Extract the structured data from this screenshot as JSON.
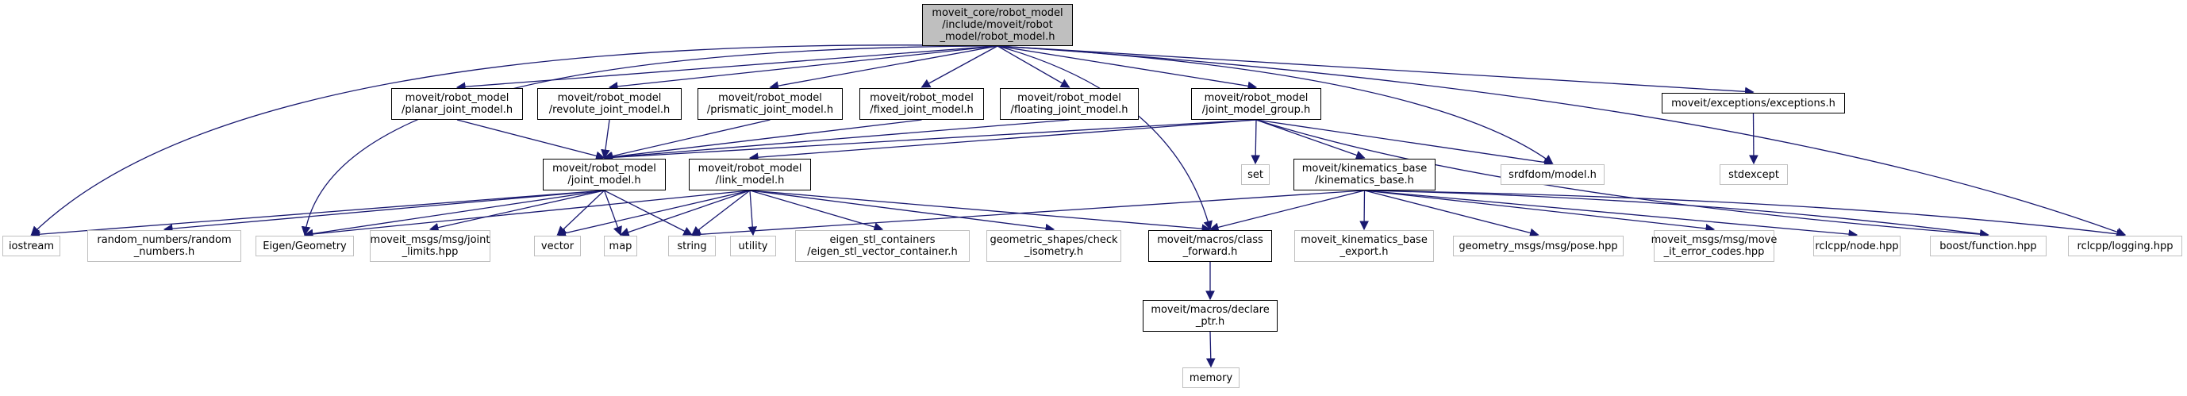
{
  "diagram": {
    "type": "include-dependency-graph",
    "colors": {
      "edge": "#191970",
      "node_border": "#000000",
      "external_border": "#bfbfbf",
      "root_fill": "#bfbfbf",
      "background": "#ffffff"
    },
    "nodes": [
      {
        "id": "robot_model_h",
        "label": "moveit_core/robot_model\n/include/moveit/robot\n_model/robot_model.h",
        "kind": "root"
      },
      {
        "id": "planar_joint_model_h",
        "label": "moveit/robot_model\n/planar_joint_model.h",
        "kind": "local"
      },
      {
        "id": "revolute_joint_model_h",
        "label": "moveit/robot_model\n/revolute_joint_model.h",
        "kind": "local"
      },
      {
        "id": "prismatic_joint_model_h",
        "label": "moveit/robot_model\n/prismatic_joint_model.h",
        "kind": "local"
      },
      {
        "id": "fixed_joint_model_h",
        "label": "moveit/robot_model\n/fixed_joint_model.h",
        "kind": "local"
      },
      {
        "id": "floating_joint_model_h",
        "label": "moveit/robot_model\n/floating_joint_model.h",
        "kind": "local"
      },
      {
        "id": "joint_model_group_h",
        "label": "moveit/robot_model\n/joint_model_group.h",
        "kind": "local"
      },
      {
        "id": "exceptions_h",
        "label": "moveit/exceptions/exceptions.h",
        "kind": "local"
      },
      {
        "id": "joint_model_h",
        "label": "moveit/robot_model\n/joint_model.h",
        "kind": "local"
      },
      {
        "id": "link_model_h",
        "label": "moveit/robot_model\n/link_model.h",
        "kind": "local"
      },
      {
        "id": "set",
        "label": "set",
        "kind": "external"
      },
      {
        "id": "kinematics_base_h",
        "label": "moveit/kinematics_base\n/kinematics_base.h",
        "kind": "local"
      },
      {
        "id": "srdfdom_model_h",
        "label": "srdfdom/model.h",
        "kind": "external"
      },
      {
        "id": "stdexcept",
        "label": "stdexcept",
        "kind": "external"
      },
      {
        "id": "iostream",
        "label": "iostream",
        "kind": "external"
      },
      {
        "id": "random_numbers_h",
        "label": "random_numbers/random\n_numbers.h",
        "kind": "external"
      },
      {
        "id": "eigen_geometry",
        "label": "Eigen/Geometry",
        "kind": "external"
      },
      {
        "id": "joint_limits_hpp",
        "label": "moveit_msgs/msg/joint\n_limits.hpp",
        "kind": "external"
      },
      {
        "id": "vector",
        "label": "vector",
        "kind": "external"
      },
      {
        "id": "map",
        "label": "map",
        "kind": "external"
      },
      {
        "id": "string",
        "label": "string",
        "kind": "external"
      },
      {
        "id": "utility",
        "label": "utility",
        "kind": "external"
      },
      {
        "id": "eigen_stl_h",
        "label": "eigen_stl_containers\n/eigen_stl_vector_container.h",
        "kind": "external"
      },
      {
        "id": "check_isometry_h",
        "label": "geometric_shapes/check\n_isometry.h",
        "kind": "external"
      },
      {
        "id": "class_forward_h",
        "label": "moveit/macros/class\n_forward.h",
        "kind": "local"
      },
      {
        "id": "kinematics_base_export_h",
        "label": "moveit_kinematics_base\n_export.h",
        "kind": "external"
      },
      {
        "id": "pose_hpp",
        "label": "geometry_msgs/msg/pose.hpp",
        "kind": "external"
      },
      {
        "id": "move_it_error_codes_hpp",
        "label": "moveit_msgs/msg/move\n_it_error_codes.hpp",
        "kind": "external"
      },
      {
        "id": "node_hpp",
        "label": "rclcpp/node.hpp",
        "kind": "external"
      },
      {
        "id": "function_hpp",
        "label": "boost/function.hpp",
        "kind": "external"
      },
      {
        "id": "logging_hpp",
        "label": "rclcpp/logging.hpp",
        "kind": "external"
      },
      {
        "id": "declare_ptr_h",
        "label": "moveit/macros/declare\n_ptr.h",
        "kind": "local"
      },
      {
        "id": "memory",
        "label": "memory",
        "kind": "external"
      }
    ],
    "edges": [
      [
        "robot_model_h",
        "planar_joint_model_h"
      ],
      [
        "robot_model_h",
        "revolute_joint_model_h"
      ],
      [
        "robot_model_h",
        "prismatic_joint_model_h"
      ],
      [
        "robot_model_h",
        "fixed_joint_model_h"
      ],
      [
        "robot_model_h",
        "floating_joint_model_h"
      ],
      [
        "robot_model_h",
        "joint_model_group_h"
      ],
      [
        "robot_model_h",
        "exceptions_h"
      ],
      [
        "robot_model_h",
        "iostream"
      ],
      [
        "robot_model_h",
        "eigen_geometry"
      ],
      [
        "robot_model_h",
        "class_forward_h"
      ],
      [
        "robot_model_h",
        "srdfdom_model_h"
      ],
      [
        "robot_model_h",
        "logging_hpp"
      ],
      [
        "planar_joint_model_h",
        "joint_model_h"
      ],
      [
        "revolute_joint_model_h",
        "joint_model_h"
      ],
      [
        "prismatic_joint_model_h",
        "joint_model_h"
      ],
      [
        "fixed_joint_model_h",
        "joint_model_h"
      ],
      [
        "floating_joint_model_h",
        "joint_model_h"
      ],
      [
        "joint_model_group_h",
        "joint_model_h"
      ],
      [
        "joint_model_group_h",
        "link_model_h"
      ],
      [
        "joint_model_group_h",
        "set"
      ],
      [
        "joint_model_group_h",
        "kinematics_base_h"
      ],
      [
        "joint_model_group_h",
        "srdfdom_model_h"
      ],
      [
        "joint_model_group_h",
        "function_hpp"
      ],
      [
        "exceptions_h",
        "stdexcept"
      ],
      [
        "joint_model_h",
        "iostream"
      ],
      [
        "joint_model_h",
        "random_numbers_h"
      ],
      [
        "joint_model_h",
        "eigen_geometry"
      ],
      [
        "joint_model_h",
        "joint_limits_hpp"
      ],
      [
        "joint_model_h",
        "vector"
      ],
      [
        "joint_model_h",
        "map"
      ],
      [
        "joint_model_h",
        "string"
      ],
      [
        "link_model_h",
        "eigen_geometry"
      ],
      [
        "link_model_h",
        "vector"
      ],
      [
        "link_model_h",
        "map"
      ],
      [
        "link_model_h",
        "string"
      ],
      [
        "link_model_h",
        "utility"
      ],
      [
        "link_model_h",
        "eigen_stl_h"
      ],
      [
        "link_model_h",
        "check_isometry_h"
      ],
      [
        "link_model_h",
        "class_forward_h"
      ],
      [
        "kinematics_base_h",
        "string"
      ],
      [
        "kinematics_base_h",
        "class_forward_h"
      ],
      [
        "kinematics_base_h",
        "kinematics_base_export_h"
      ],
      [
        "kinematics_base_h",
        "pose_hpp"
      ],
      [
        "kinematics_base_h",
        "move_it_error_codes_hpp"
      ],
      [
        "kinematics_base_h",
        "node_hpp"
      ],
      [
        "kinematics_base_h",
        "function_hpp"
      ],
      [
        "kinematics_base_h",
        "logging_hpp"
      ],
      [
        "class_forward_h",
        "declare_ptr_h"
      ],
      [
        "declare_ptr_h",
        "memory"
      ]
    ]
  }
}
